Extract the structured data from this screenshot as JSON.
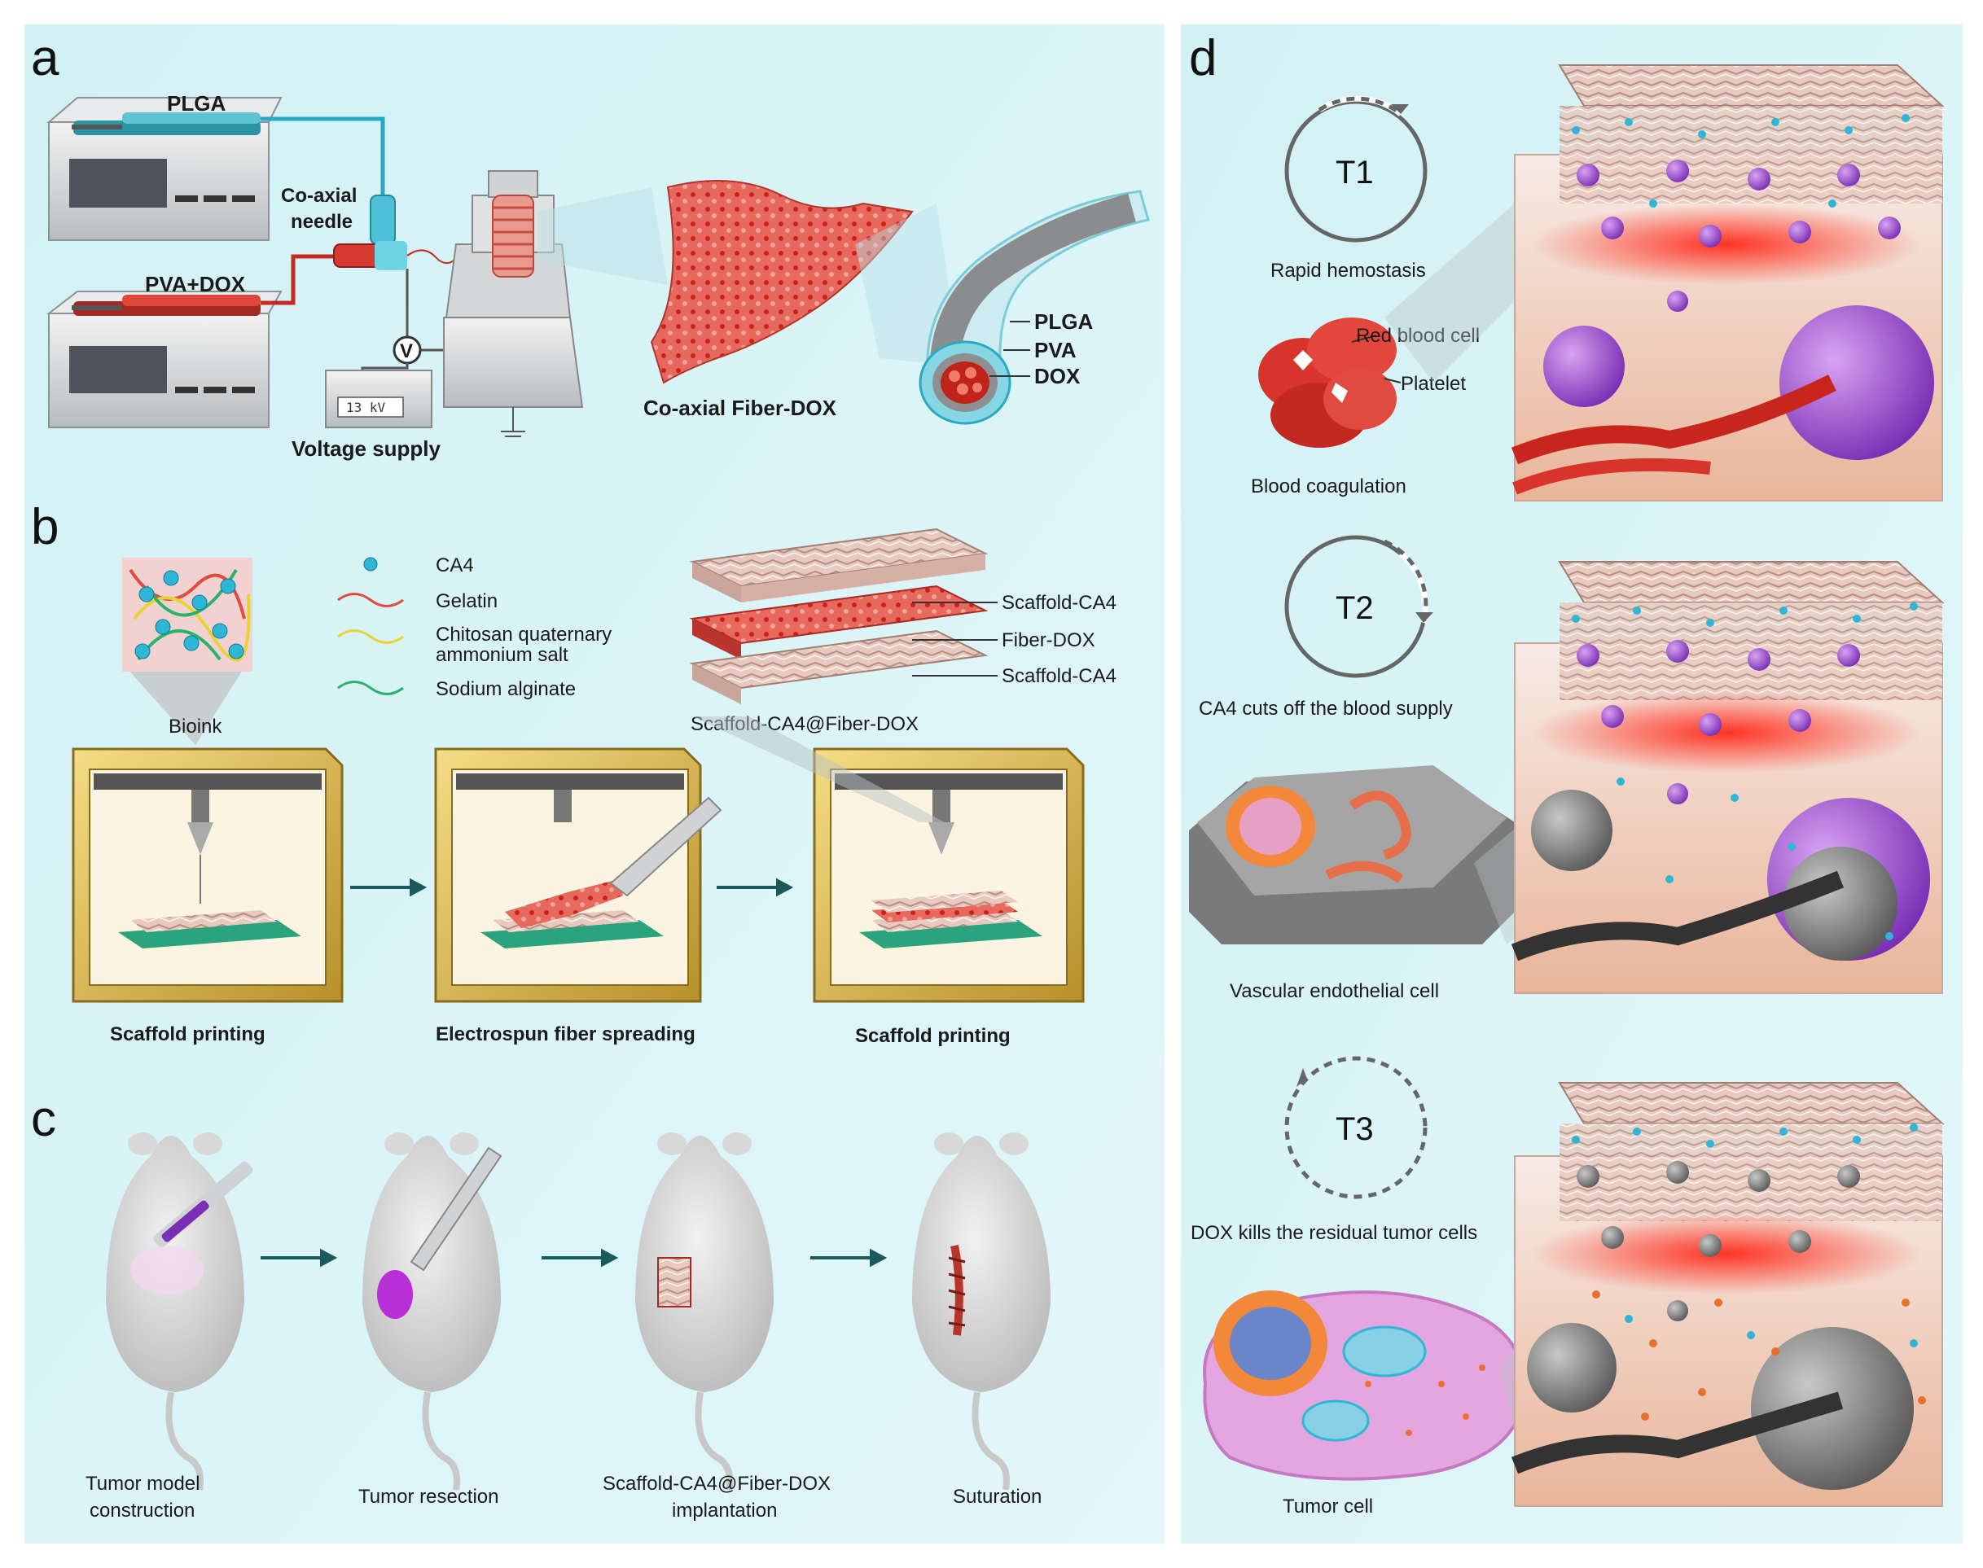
{
  "panels": {
    "a": "a",
    "b": "b",
    "c": "c",
    "d": "d"
  },
  "panel_a": {
    "plga_pump": "PLGA",
    "pva_pump": "PVA+DOX",
    "needle_line1": "Co-axial",
    "needle_line2": "needle",
    "voltmeter": "V",
    "display": "13 kV",
    "voltage_supply": "Voltage supply",
    "fiber_label": "Co-axial Fiber-DOX",
    "layer_plga": "PLGA",
    "layer_pva": "PVA",
    "layer_dox": "DOX"
  },
  "panel_b": {
    "bioink": "Bioink",
    "legend": [
      "CA4",
      "Gelatin",
      "Chitosan quaternary",
      "ammonium salt",
      "Sodium alginate"
    ],
    "layers": [
      "Scaffold-CA4",
      "Fiber-DOX",
      "Scaffold-CA4"
    ],
    "composite": "Scaffold-CA4@Fiber-DOX",
    "steps": [
      "Scaffold printing",
      "Electrospun fiber spreading",
      "Scaffold printing"
    ]
  },
  "panel_c": {
    "steps": [
      {
        "line1": "Tumor model",
        "line2": "construction"
      },
      {
        "line1": "Tumor resection",
        "line2": ""
      },
      {
        "line1": "Scaffold-CA4@Fiber-DOX",
        "line2": "implantation"
      },
      {
        "line1": "Suturation",
        "line2": ""
      }
    ]
  },
  "panel_d": {
    "t1": {
      "label": "T1",
      "caption": "Rapid hemostasis",
      "cell": "Blood coagulation",
      "rbc": "Red blood cell",
      "platelet": "Platelet"
    },
    "t2": {
      "label": "T2",
      "caption": "CA4 cuts off the blood supply",
      "cell": "Vascular endothelial cell"
    },
    "t3": {
      "label": "T3",
      "caption": "DOX kills the residual tumor cells",
      "cell": "Tumor cell"
    }
  },
  "colors": {
    "panel_bg": "#d6f3f6",
    "dox_red": "#d9342b",
    "ca4_cyan": "#2fb5d6",
    "tumor_purple": "#8e44c8",
    "printer_gold": "#d9b84a"
  }
}
